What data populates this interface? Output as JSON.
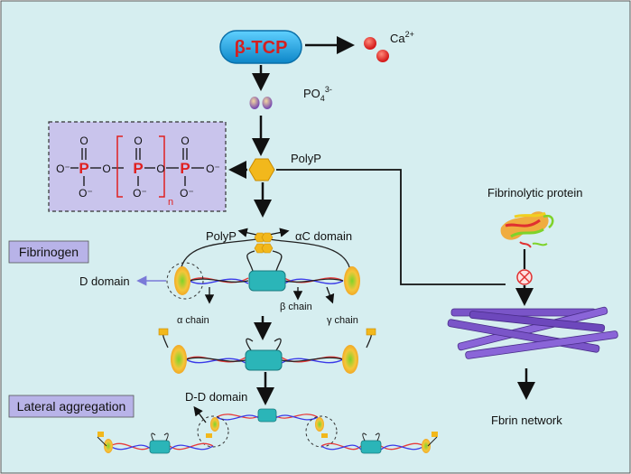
{
  "diagram": {
    "tcp_label": "β-TCP",
    "ca_label": "Ca",
    "ca_charge": "2+",
    "po4_label": "PO",
    "po4_sub": "4",
    "po4_charge": "3-",
    "polyp_right_label": "PolyP",
    "polyp_top_label": "PolyP",
    "alpha_c_domain_label": "αC domain",
    "fibrinogen_label": "Fibrinogen",
    "d_domain_label": "D domain",
    "alpha_chain_label": "α chain",
    "beta_chain_label": "β chain",
    "gamma_chain_label": "γ chain",
    "lateral_aggregation_label": "Lateral aggregation",
    "dd_domain_label": "D-D domain",
    "fibrinolytic_label": "Fibrinolytic protein",
    "fibrin_network_label": "Fbrin network",
    "formula": {
      "o": "O",
      "p": "P",
      "o_minus": "O⁻",
      "n": "n"
    },
    "colors": {
      "background": "#d6eef0",
      "tcp_fill": "#1aa3e0",
      "tcp_text": "#d42020",
      "ca_fill": "#e02525",
      "po4_fill": "#8d5fb8",
      "polyp_fill": "#f2b81c",
      "formula_box": "#c9c4ec",
      "label_box": "#b8b3e8",
      "fibrinogen_core": "#2bb5b8",
      "alpha_chain": "#e83a3a",
      "beta_chain": "#3a3ae8",
      "gamma_chain": "#222222",
      "fiber": "#7a55c8",
      "inhibit": "#e03030"
    }
  }
}
